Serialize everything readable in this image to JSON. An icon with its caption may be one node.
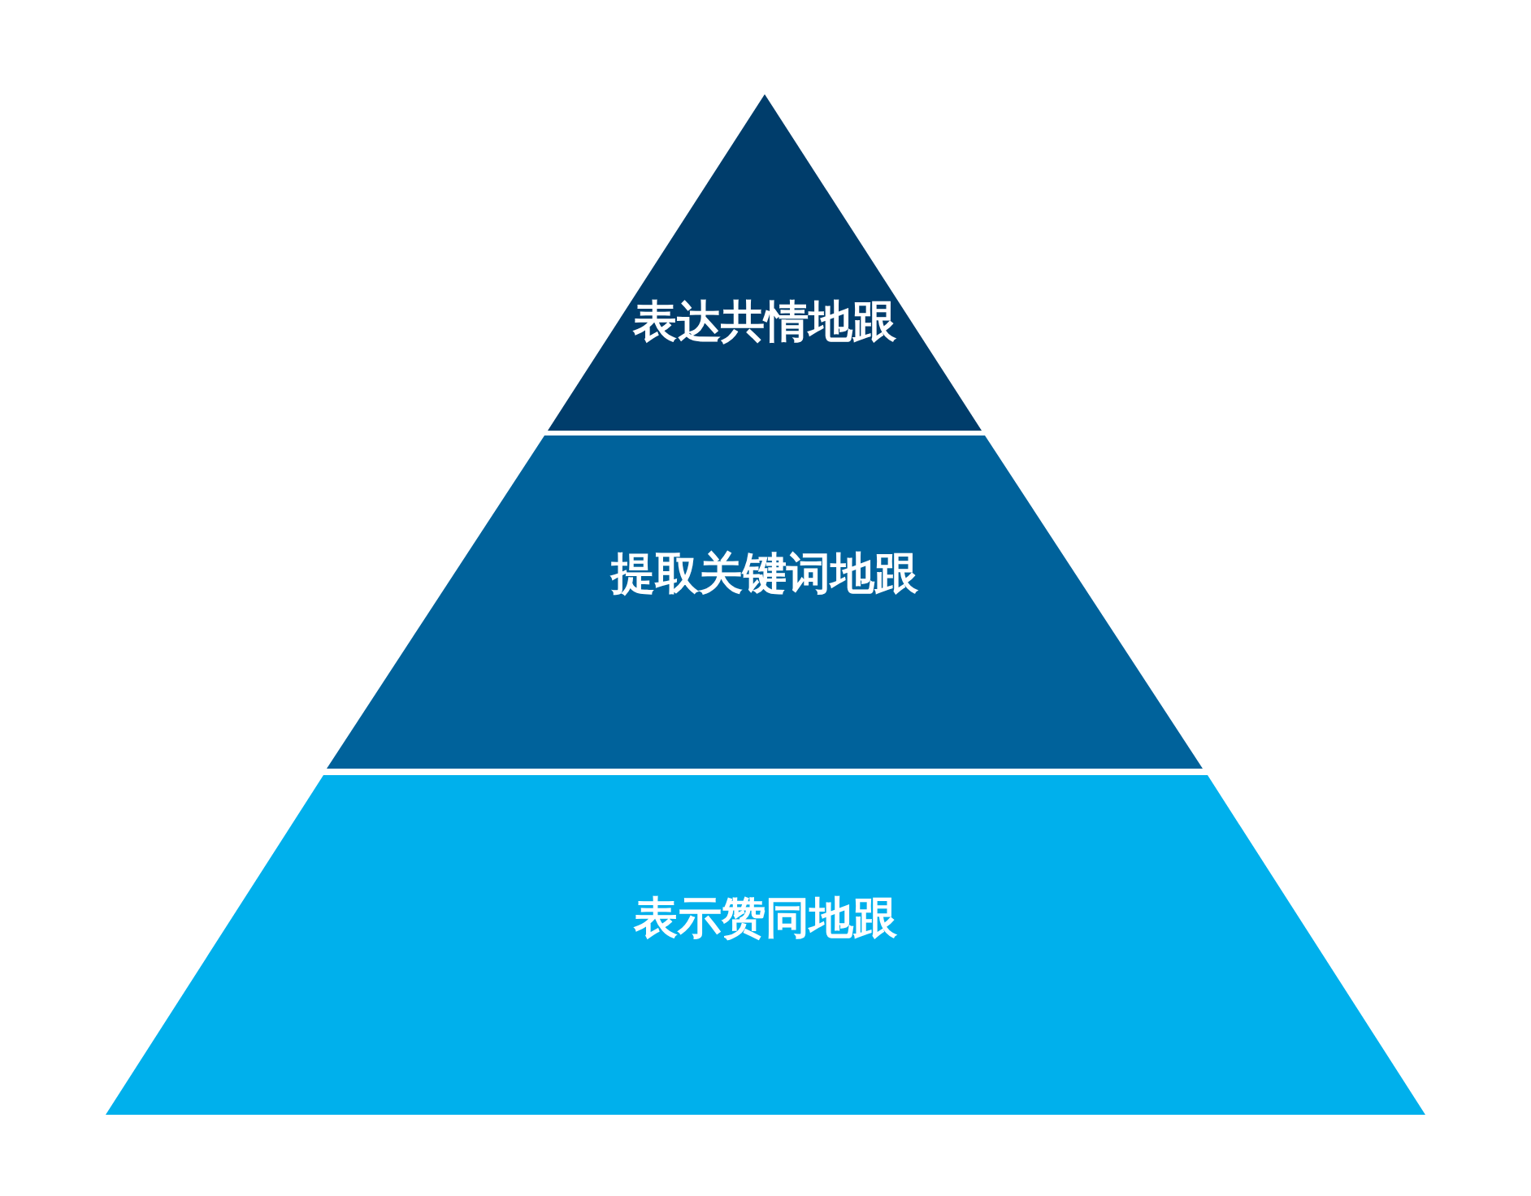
{
  "diagram": {
    "nodes": [
      {
        "text": [
          "表达共情地跟"
        ]
      },
      {
        "text": [
          "提取关键词地跟"
        ]
      },
      {
        "text": [
          "表示赞同地跟"
        ]
      }
    ]
  }
}
